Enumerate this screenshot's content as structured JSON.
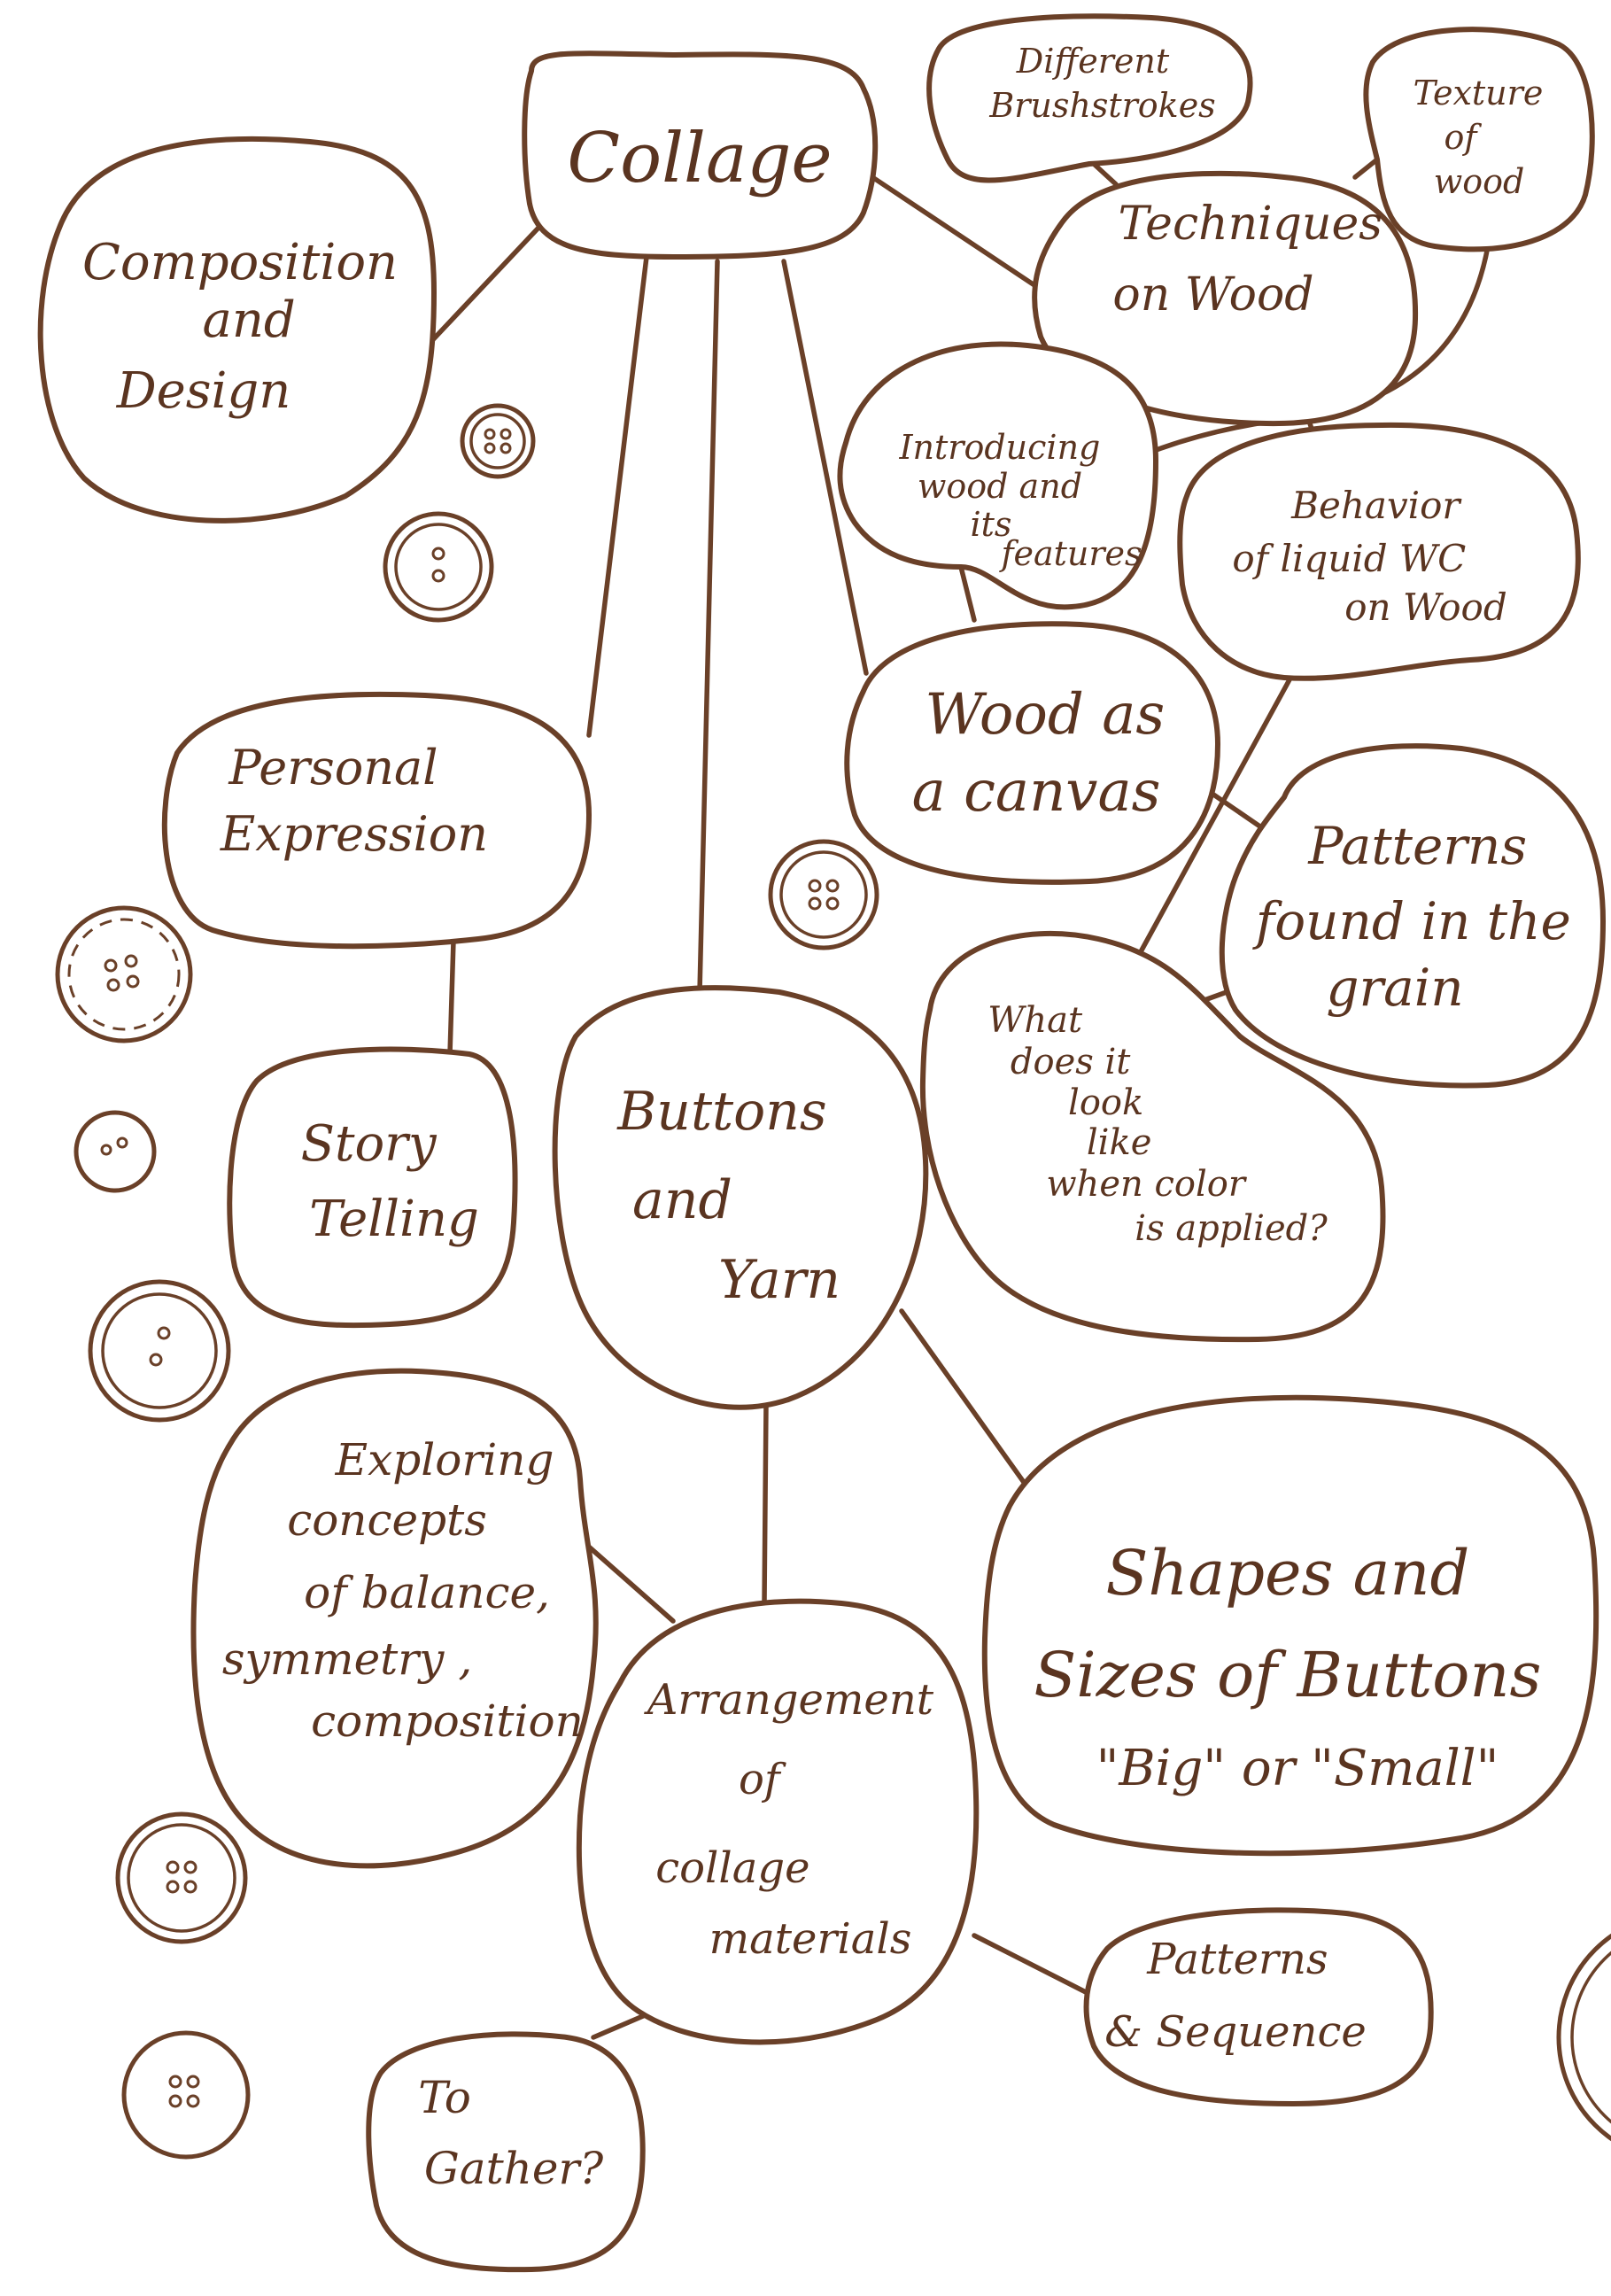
{
  "colors": {
    "ink": "#6a4028",
    "text": "#5a3420",
    "paper": "#ffffff"
  },
  "nodes": {
    "collage": [
      "Collage"
    ],
    "composition_design": [
      "Composition",
      "and",
      "Design"
    ],
    "different_brushstrokes": [
      "Different",
      "Brushstrokes"
    ],
    "texture_of_wood": [
      "Texture",
      "of",
      "wood"
    ],
    "techniques_on_wood": [
      "Techniques",
      "on Wood"
    ],
    "introducing_wood": [
      "Introducing",
      "wood and",
      "its",
      "features"
    ],
    "behavior_liquid_wc": [
      "Behavior",
      "of liquid WC",
      "on Wood"
    ],
    "wood_as_canvas": [
      "Wood as",
      "a canvas"
    ],
    "patterns_grain": [
      "Patterns",
      "found in the",
      "grain"
    ],
    "personal_expression": [
      "Personal",
      "Expression"
    ],
    "what_does_it_look_like": [
      "What",
      "does it",
      "look",
      "like",
      "when color",
      "is applied?"
    ],
    "story_telling": [
      "Story",
      "Telling"
    ],
    "buttons_and_yarn": [
      "Buttons",
      "and",
      "Yarn"
    ],
    "exploring_concepts": [
      "Exploring",
      "concepts",
      "of balance,",
      "symmetry ,",
      "composition"
    ],
    "shapes_sizes_buttons": [
      "Shapes and",
      "Sizes of Buttons",
      "\"Big\" or \"Small\""
    ],
    "arrangement_collage": [
      "Arrangement",
      "of",
      "collage",
      "materials"
    ],
    "patterns_sequence": [
      "Patterns",
      "& Sequence"
    ],
    "to_gather": [
      "To",
      "Gather?"
    ]
  }
}
